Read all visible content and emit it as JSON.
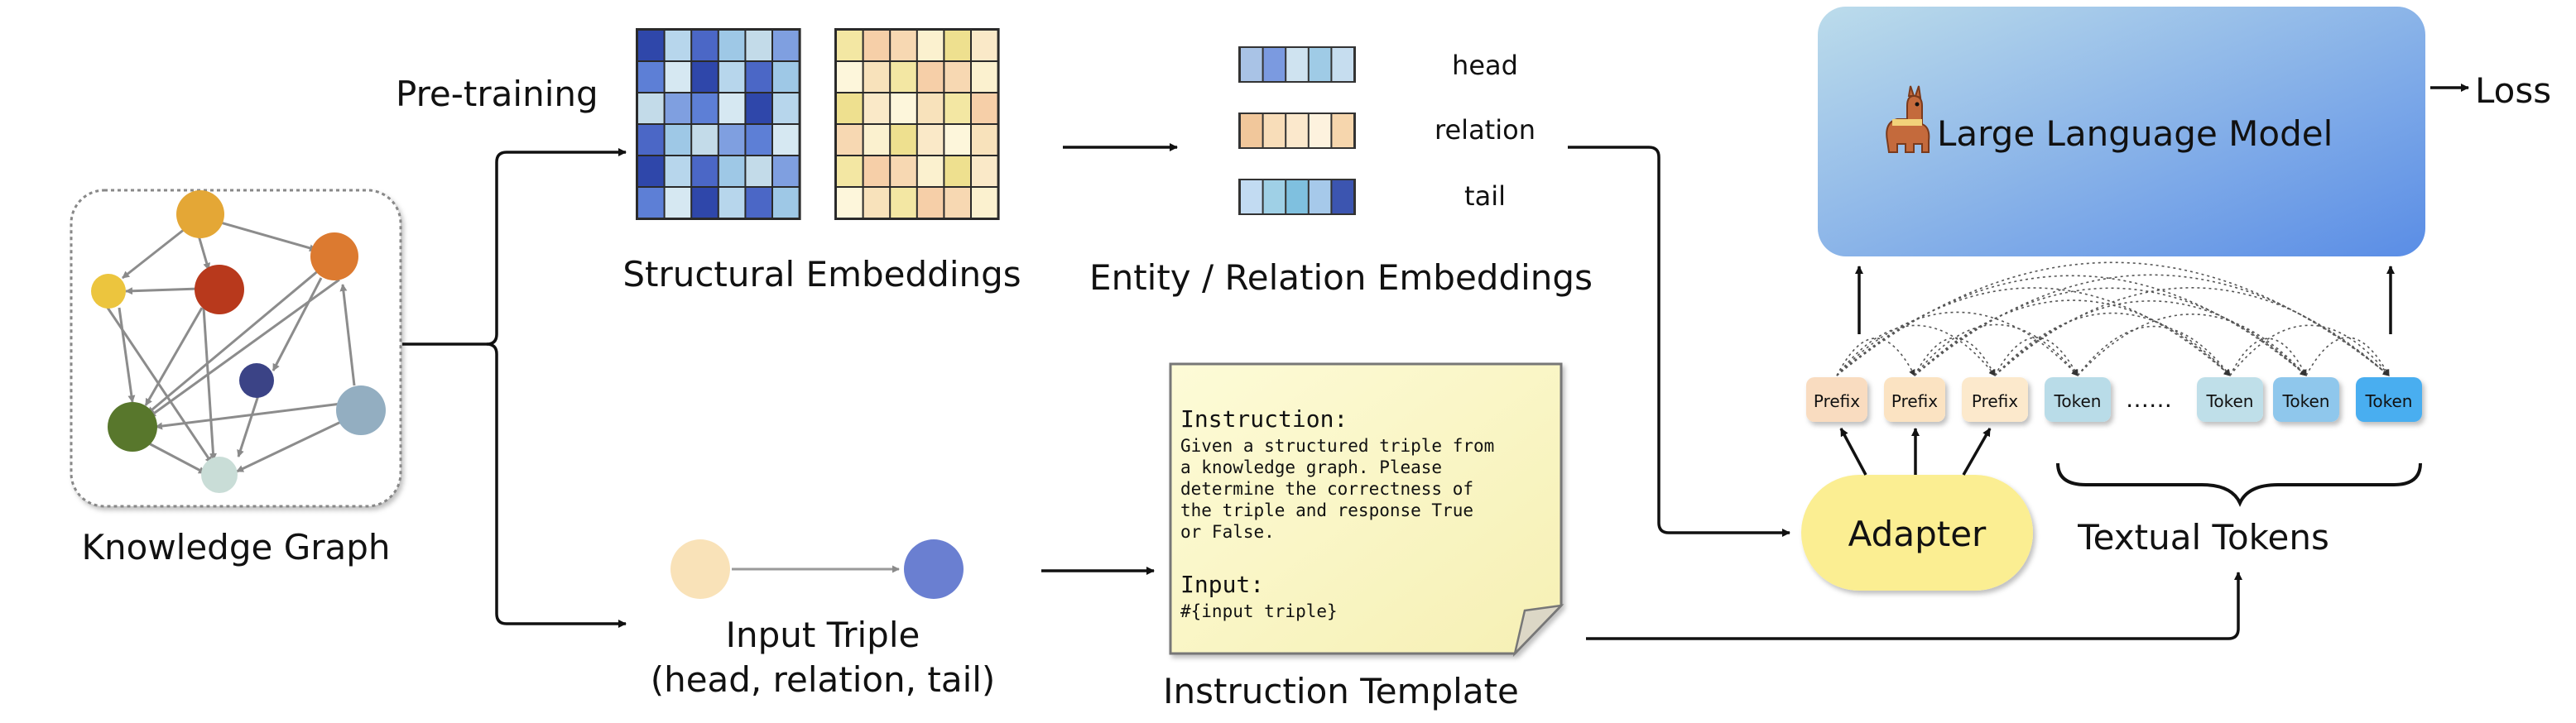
{
  "knowledge_graph": {
    "label": "Knowledge Graph"
  },
  "pretraining": {
    "label": "Pre-training"
  },
  "structural_embeddings": {
    "label": "Structural Embeddings"
  },
  "entity_relation_embeddings": {
    "label": "Entity / Relation Embeddings",
    "rows": [
      "head",
      "relation",
      "tail"
    ]
  },
  "input_triple": {
    "label_line1": "Input Triple",
    "label_line2": "(head, relation, tail)"
  },
  "instruction_template": {
    "label": "Instruction Template",
    "heading": "Instruction:",
    "body_lines": [
      "Given a structured triple from",
      "a knowledge graph. Please",
      "determine the correctness of",
      "the triple and response True",
      "or False."
    ],
    "input_heading": "Input:",
    "input_value": "#{input triple}"
  },
  "llm": {
    "label": "Large Language Model",
    "icon": "llama-icon",
    "output": "Loss"
  },
  "adapter": {
    "label": "Adapter"
  },
  "tokens": {
    "prefix_label": "Prefix",
    "token_label": "Token",
    "ellipsis": "……",
    "group_label": "Textual Tokens"
  },
  "colors": {
    "llm_gradient": [
      "#b9d9ea",
      "#5b8ee6"
    ],
    "adapter_fill": "#fbee92",
    "prefix_fill": "#f9dcc0",
    "token_fill": "#a8d2e6",
    "note_fill": "#fbf8c8"
  }
}
